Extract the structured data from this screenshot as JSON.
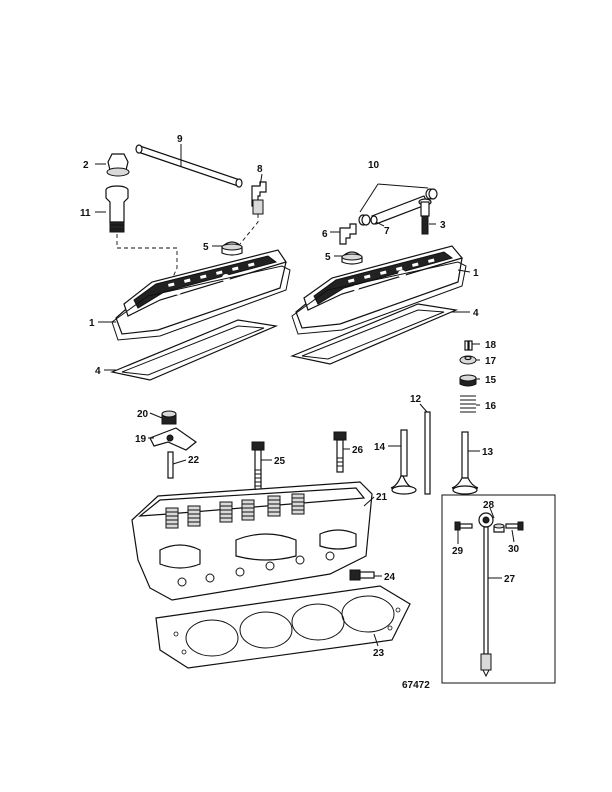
{
  "diagram": {
    "figure_number": "67472",
    "callouts": {
      "c1": "1",
      "c2": "2",
      "c3": "3",
      "c4": "4",
      "c5": "5",
      "c6": "6",
      "c7": "7",
      "c8": "8",
      "c9": "9",
      "c10": "10",
      "c11": "11",
      "c12": "12",
      "c13": "13",
      "c14": "14",
      "c15": "15",
      "c16": "16",
      "c17": "17",
      "c18": "18",
      "c19": "19",
      "c20": "20",
      "c21": "21",
      "c22": "22",
      "c23": "23",
      "c24": "24",
      "c25": "25",
      "c26": "26",
      "c27": "27",
      "c28": "28",
      "c29": "29",
      "c30": "30"
    }
  }
}
